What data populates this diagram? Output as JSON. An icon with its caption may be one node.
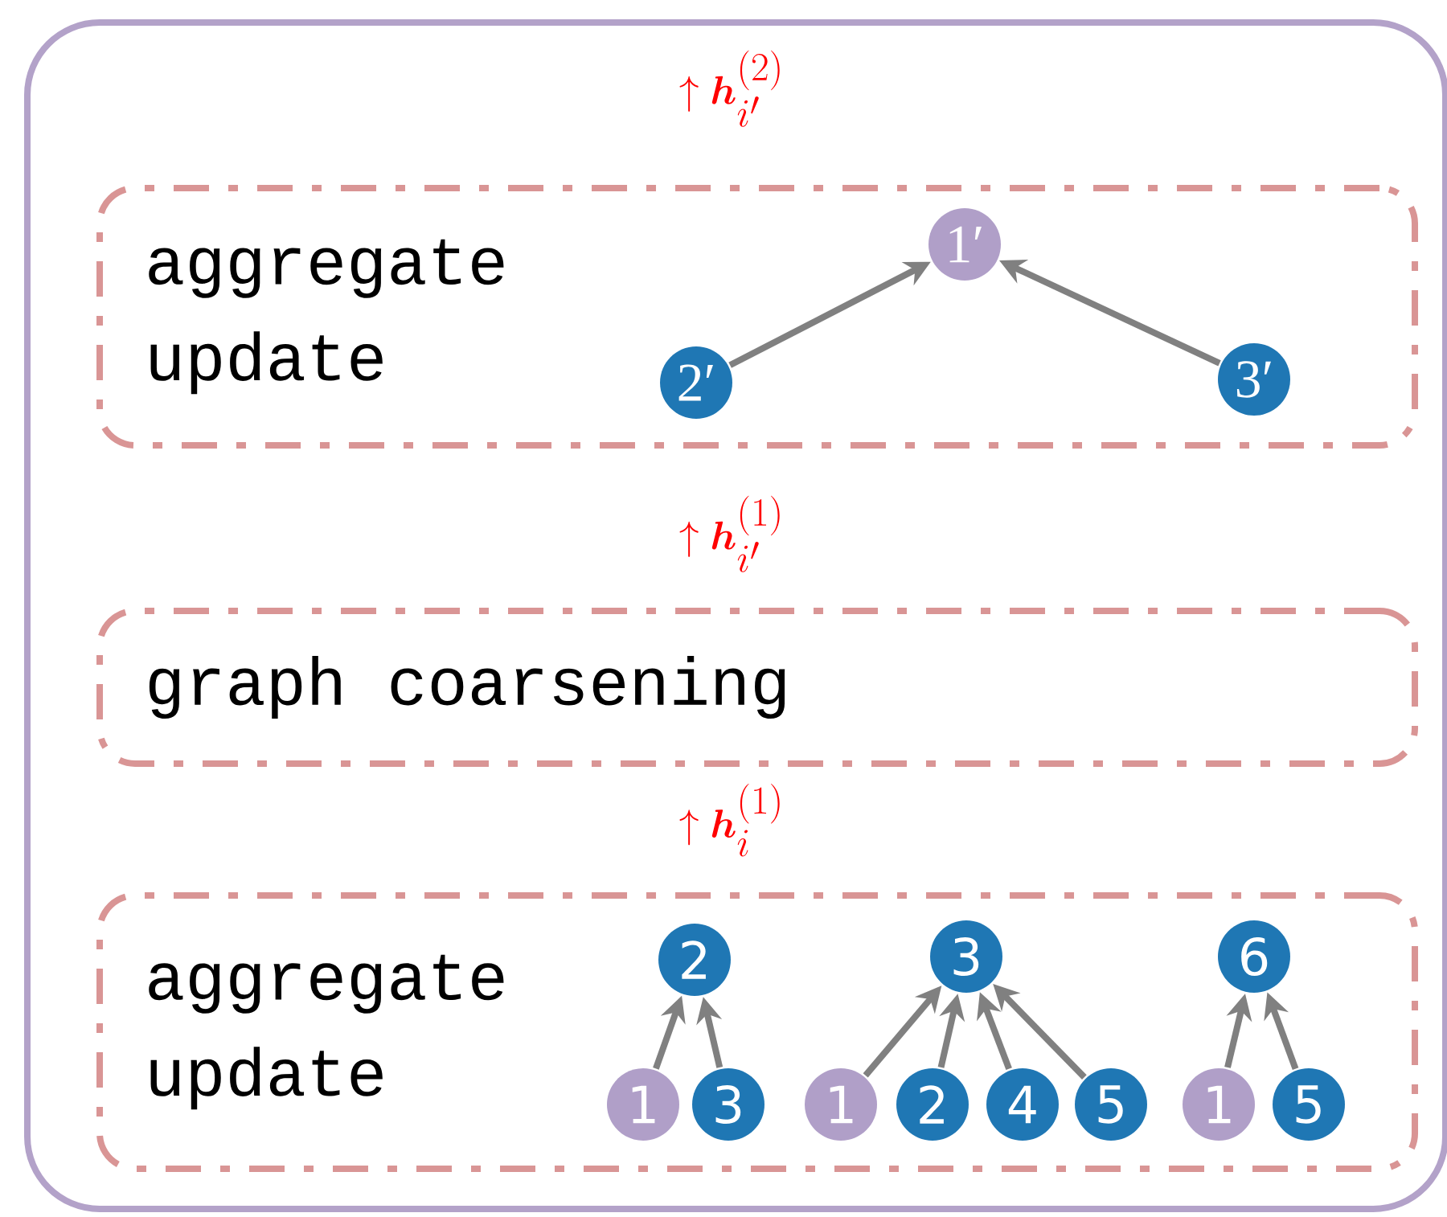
{
  "diagram": {
    "nodes": [
      {
        "text": [],
        "shape": "box"
      },
      {
        "text": [
          "aggregate update"
        ],
        "in": 0
      },
      {
        "text": [
          "1′"
        ],
        "in": 1
      },
      {
        "text": [
          "2′"
        ],
        "in": 1
      },
      {
        "text": [
          "3′"
        ],
        "in": 1
      },
      {
        "text": [
          "graph coarsening"
        ],
        "in": 0
      },
      {
        "text": [
          "aggregate update"
        ],
        "in": 0
      },
      {
        "text": [
          "2"
        ],
        "in": 6
      },
      {
        "text": [
          "3"
        ],
        "in": 6
      },
      {
        "text": [
          "6"
        ],
        "in": 6
      },
      {
        "text": [
          "1"
        ],
        "in": 6
      },
      {
        "text": [
          "3"
        ],
        "in": 6
      },
      {
        "text": [
          "1"
        ],
        "in": 6
      },
      {
        "text": [
          "2"
        ],
        "in": 6
      },
      {
        "text": [
          "4"
        ],
        "in": 6
      },
      {
        "text": [
          "5"
        ],
        "in": 6
      },
      {
        "text": [
          "1"
        ],
        "in": 6
      },
      {
        "text": [
          "5"
        ],
        "in": 6
      }
    ],
    "edges": [
      {
        "from": 3,
        "to": 2,
        "arrow": "to"
      },
      {
        "from": 4,
        "to": 2,
        "arrow": "to"
      },
      {
        "from": 10,
        "to": 7,
        "arrow": "to"
      },
      {
        "from": 11,
        "to": 7,
        "arrow": "to"
      },
      {
        "from": 12,
        "to": 8,
        "arrow": "to"
      },
      {
        "from": 13,
        "to": 8,
        "arrow": "to"
      },
      {
        "from": 14,
        "to": 8,
        "arrow": "to"
      },
      {
        "from": 15,
        "to": 8,
        "arrow": "to"
      },
      {
        "from": 16,
        "to": 9,
        "arrow": "to"
      },
      {
        "from": 17,
        "to": 9,
        "arrow": "to"
      }
    ],
    "labels": [
      "\\uparrow \\boldsymbol{h}_{i'}^{(2)}",
      "\\uparrow \\boldsymbol{h}_{i'}^{(1)}",
      "\\uparrow \\boldsymbol{h}_{i}^{(1)}"
    ]
  }
}
